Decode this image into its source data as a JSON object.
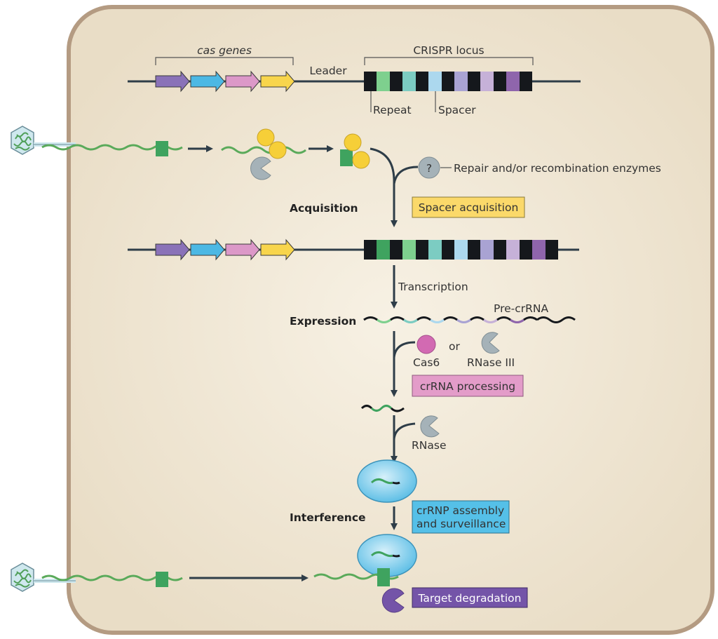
{
  "labels": {
    "cas_genes": "cas genes",
    "crispr_locus": "CRISPR locus",
    "leader": "Leader",
    "repeat": "Repeat",
    "spacer": "Spacer",
    "question_mark": "?",
    "repair": "Repair and/or recombination enzymes",
    "acquisition": "Acquisition",
    "spacer_acquisition": "Spacer acquisition",
    "transcription": "Transcription",
    "expression": "Expression",
    "pre_crrna": "Pre-crRNA",
    "cas6": "Cas6",
    "or": "or",
    "rnase3": "RNase III",
    "crrna_processing": "crRNA processing",
    "rnase": "RNase",
    "interference": "Interference",
    "crrnp_line1": "crRNP assembly",
    "crrnp_line2": "and surveillance",
    "target_degradation": "Target degradation"
  },
  "colors": {
    "cell_fill": "#eee3cf",
    "cell_border": "#b49b82",
    "dna_line": "#2e3d48",
    "gene_purple": "#8a72b8",
    "gene_blue": "#4cb8e4",
    "gene_pink": "#dc98c8",
    "gene_yellow": "#f8d54c",
    "repeat_black": "#15181c",
    "phage_green": "#5aaa5a",
    "protospacer_green": "#3fa35f",
    "cas_yellow": "#f6cf38",
    "enzyme_grey": "#a5b2b8",
    "cas6_pink": "#d26ab2",
    "box_yellow": "#fbd96a",
    "box_pink": "#e39cc9",
    "box_blue": "#55c0e8",
    "box_purple": "#7454a8",
    "crrnp_blue": "#7fcdea"
  },
  "locus_spacers": [
    "#7ed08e",
    "#7cccc2",
    "#acd8ee",
    "#a9a3d3",
    "#c6b1d8",
    "#8f65ac"
  ],
  "locus2_spacers": [
    "#3fa35f",
    "#7ed08e",
    "#7cccc2",
    "#acd8ee",
    "#a9a3d3",
    "#c6b1d8",
    "#8f65ac"
  ],
  "pre_crrna_segments": [
    "#7ed08e",
    "#7cccc2",
    "#acd8ee",
    "#a9a3d3",
    "#c6b1d8",
    "#8f65ac"
  ]
}
